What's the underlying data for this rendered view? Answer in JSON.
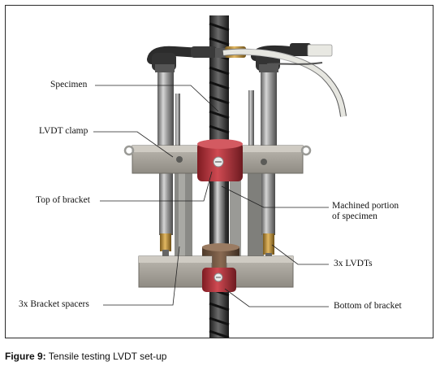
{
  "labels": {
    "specimen": "Specimen",
    "lvdt_clamp": "LVDT clamp",
    "top_of_bracket": "Top of bracket",
    "bracket_spacers": "3x Bracket spacers",
    "machined_portion_line1": "Machined portion",
    "machined_portion_line2": "of specimen",
    "lvdts": "3x LVDTs",
    "bottom_of_bracket": "Bottom of bracket"
  },
  "caption": {
    "prefix": "Figure 9:",
    "text": "Tensile testing LVDT set-up"
  },
  "colors": {
    "clamp_red": "#b8323a",
    "steel": "#8e8e8e",
    "bracket_grey": "#a6a39c",
    "rebar": "#3b3b3b",
    "cable": "#e6e6e0"
  }
}
